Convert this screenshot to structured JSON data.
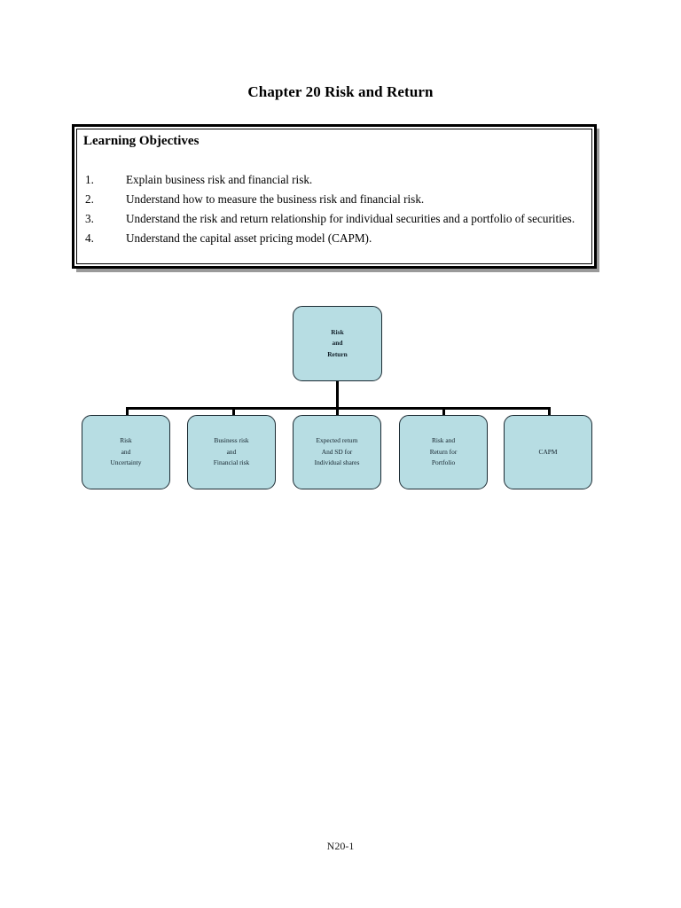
{
  "document": {
    "title": "Chapter 20 Risk and Return",
    "footer": "N20-1"
  },
  "learning_objectives": {
    "heading": "Learning Objectives",
    "items": [
      {
        "number": "1.",
        "text": "Explain business risk and financial risk."
      },
      {
        "number": "2.",
        "text": "Understand how to measure the business risk and financial risk."
      },
      {
        "number": "3.",
        "text": "Understand the risk and return relationship for individual securities and a portfolio of securities."
      },
      {
        "number": "4.",
        "text": "Understand the capital asset pricing model (CAPM)."
      }
    ]
  },
  "diagram": {
    "type": "org-chart",
    "node_fill": "#b7dde3",
    "node_border": "#1c2b33",
    "connector_color": "#000000",
    "root": {
      "label": "Risk\nand\nReturn"
    },
    "children": [
      {
        "label": "Risk\nand\nUncertainty"
      },
      {
        "label": "Business risk\nand\nFinancial risk"
      },
      {
        "label": "Expected return\nAnd SD for\nIndividual shares"
      },
      {
        "label": "Risk and\nReturn for\nPortfolio"
      },
      {
        "label": "CAPM"
      }
    ]
  }
}
